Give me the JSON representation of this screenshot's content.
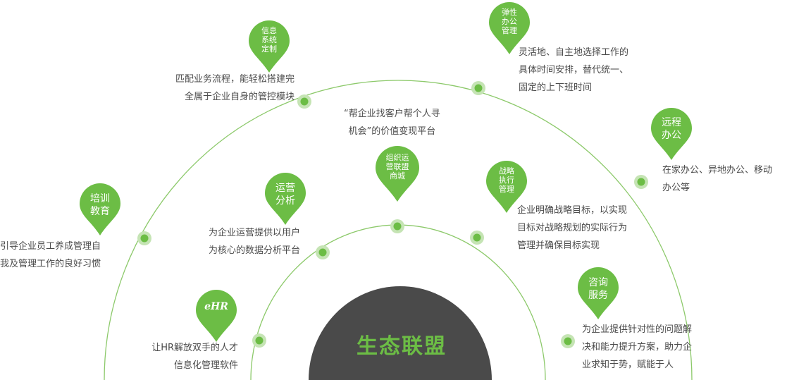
{
  "colors": {
    "green": "#6cbd45",
    "line": "#8cc96a",
    "core": "#4a4a4a",
    "text": "#4a4a4a"
  },
  "center": {
    "title": "生态联盟"
  },
  "nodes": [
    {
      "id": "info-system",
      "tag": "信息\n系统\n定制",
      "desc": "匹配业务流程，能轻松搭建完\n全属于企业自身的管控模块"
    },
    {
      "id": "flex-office",
      "tag": "弹性\n办公\n管理",
      "desc": "灵活地、自主地选择工作的\n具体时间安排，替代统一、\n固定的上下班时间"
    },
    {
      "id": "remote-office",
      "tag": "远程\n办公",
      "desc": "在家办公、异地办公、移动\n办公等"
    },
    {
      "id": "training",
      "tag": "培训\n教育",
      "desc": "引导企业员工养成管理自\n我及管理工作的良好习惯"
    },
    {
      "id": "ops-analysis",
      "tag": "运营\n分析",
      "desc": "为企业运营提供以用户\n为核心的数据分析平台"
    },
    {
      "id": "org-alliance",
      "tag": "组织运\n营联盟\n商城",
      "desc": "“帮企业找客户帮个人寻\n机会”的价值变现平台"
    },
    {
      "id": "strategy",
      "tag": "战略\n执行\n管理",
      "desc": "企业明确战略目标，以实现\n目标对战略规划的实际行为\n管理并确保目标实现"
    },
    {
      "id": "consulting",
      "tag": "咨询\n服务",
      "desc": "为企业提供针对性的问题解\n决和能力提升方案，助力企\n业求知于势，赋能于人"
    },
    {
      "id": "ehr",
      "tag": "eHR",
      "desc": "让HR解放双手的人才\n信息化管理软件"
    }
  ]
}
